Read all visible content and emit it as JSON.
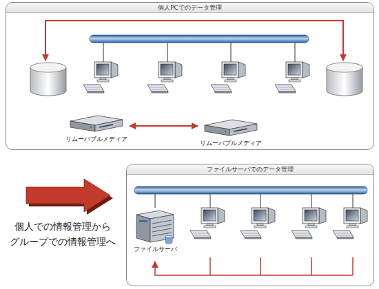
{
  "diagram": {
    "nodes": [
      {
        "text": [
          "個人PCでのデータ管理"
        ]
      },
      {
        "text": [
          "リムーバブルメディア"
        ],
        "in": 0
      },
      {
        "text": [
          "リムーバブルメディア"
        ],
        "in": 0
      },
      {
        "text": [
          "ファイルサーバでのデータ管理"
        ]
      },
      {
        "text": [
          "ファイルサーバ"
        ],
        "in": 3
      }
    ],
    "edges": [
      {
        "from": 1,
        "to": 2,
        "arrow": "both"
      }
    ],
    "labels": [
      "個人での情報管理から グループでの情報管理へ"
    ]
  }
}
